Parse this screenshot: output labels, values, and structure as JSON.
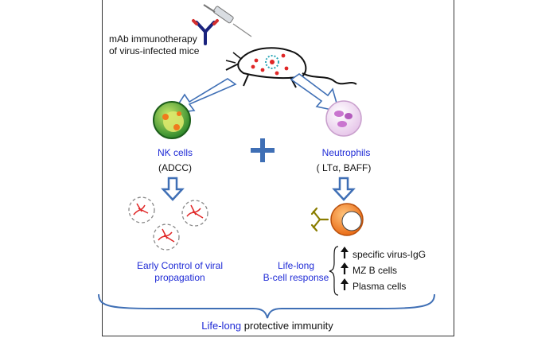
{
  "intro": {
    "line1": "mAb immunotherapy",
    "line2": "of virus-infected mice"
  },
  "left": {
    "cell_label": "NK cells",
    "mechanism": "(ADCC)",
    "outcome_line1": "Early Control of viral",
    "outcome_line2": "propagation"
  },
  "right": {
    "cell_label": "Neutrophils",
    "mechanism": "( LTα, BAFF)",
    "outcome_line1": "Life-long",
    "outcome_line2": "B-cell response",
    "effects": [
      "specific virus-IgG",
      "MZ B cells",
      "Plasma cells"
    ]
  },
  "combine_symbol": "+",
  "bottom": {
    "highlight": "Life-long",
    "rest": " protective immunity"
  },
  "colors": {
    "accent_blue": "#1f2bd6",
    "arrow_blue": "#3f6fb5",
    "nk_green": "#3f9b3a",
    "neutrophil_purple": "#c975cf",
    "bcell_orange": "#f07a1c",
    "virus_red": "#e02626"
  }
}
